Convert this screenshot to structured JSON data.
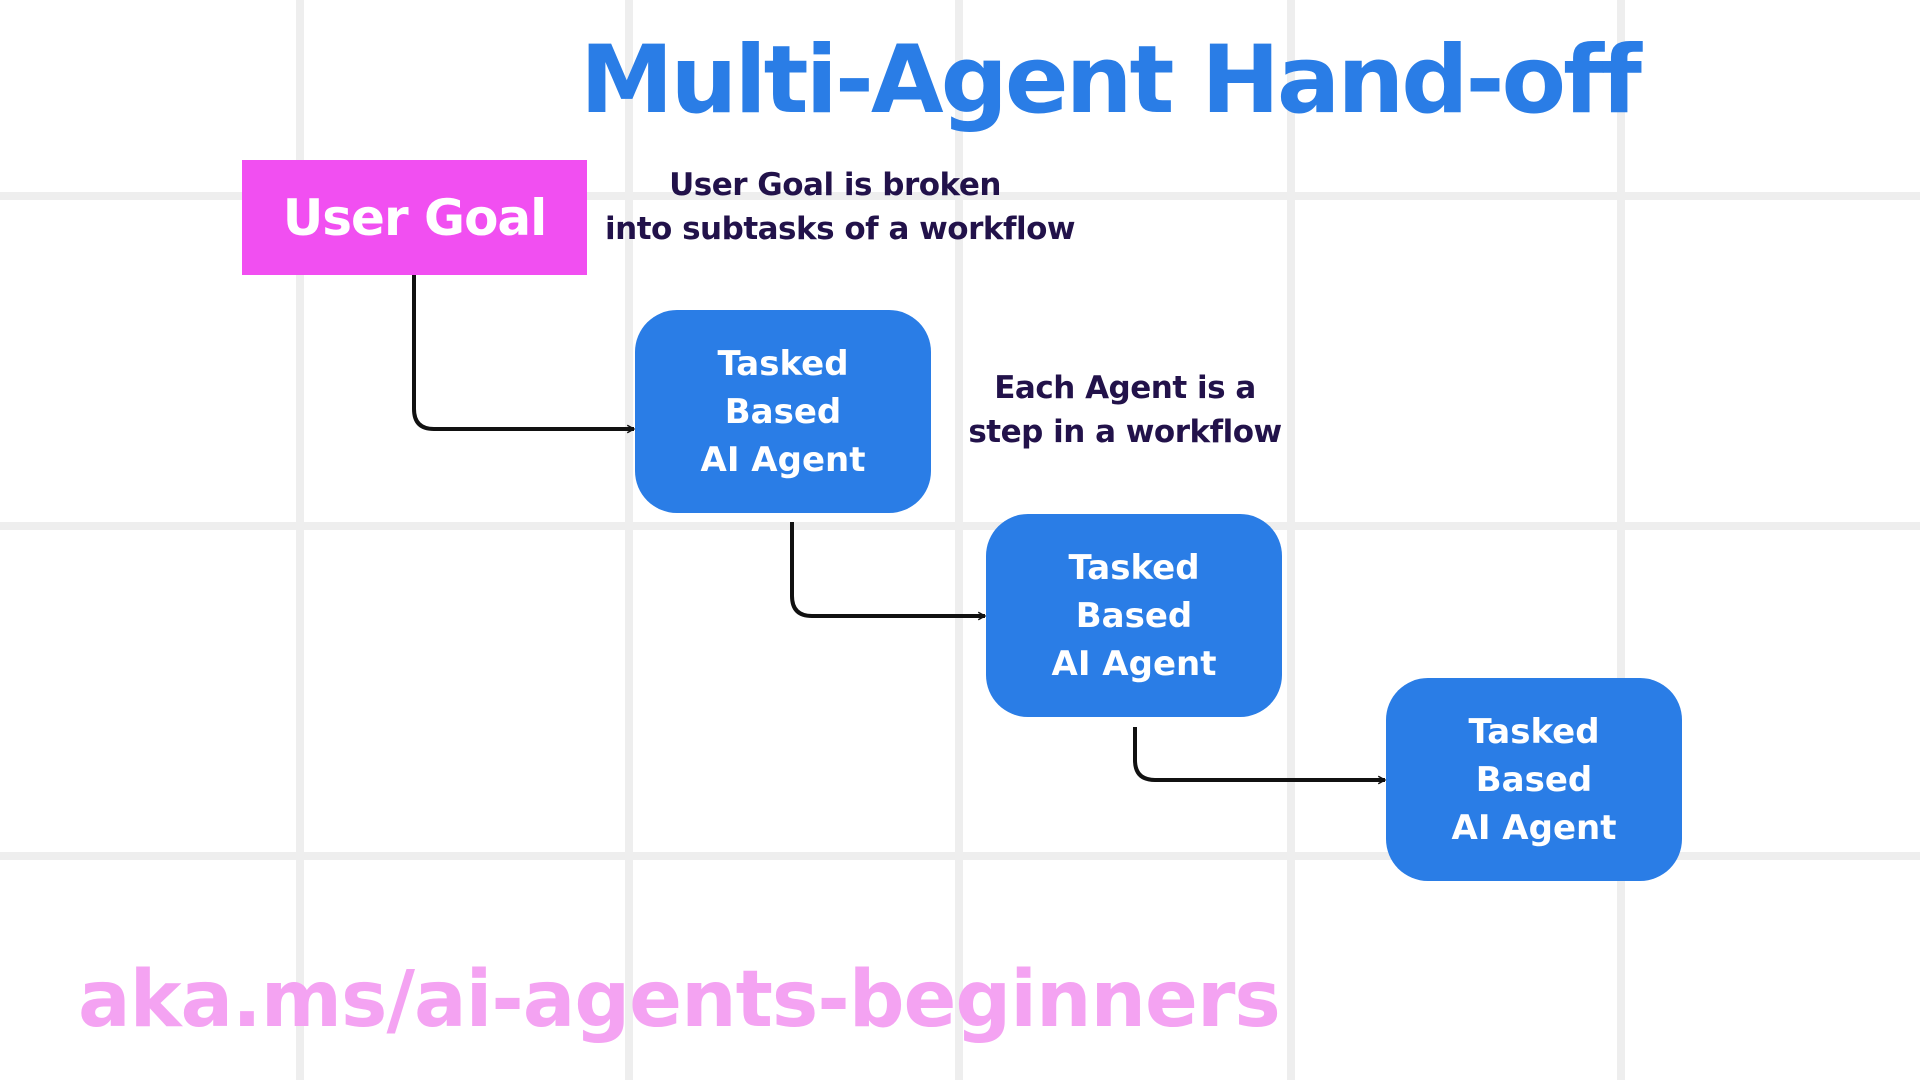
{
  "title": "Multi-Agent Hand-off",
  "user_goal": "User Goal",
  "notes": {
    "breakdown": [
      "User Goal is broken",
      "into subtasks of a workflow"
    ],
    "agent_step": [
      "Each Agent  is a",
      "step in a workflow"
    ]
  },
  "agents": [
    {
      "lines": [
        "Tasked",
        "Based",
        "AI Agent"
      ]
    },
    {
      "lines": [
        "Tasked",
        "Based",
        "AI Agent"
      ]
    },
    {
      "lines": [
        "Tasked",
        "Based",
        "AI Agent"
      ]
    }
  ],
  "footer_url": "aka.ms/ai-agents-beginners",
  "colors": {
    "title": "#2a7de6",
    "agent_box": "#2a7de6",
    "goal_box": "#f14ff1",
    "note_text": "#22124a",
    "url_text": "#f4a3f2",
    "grid": "#eeeeee",
    "arrow": "#111111"
  }
}
